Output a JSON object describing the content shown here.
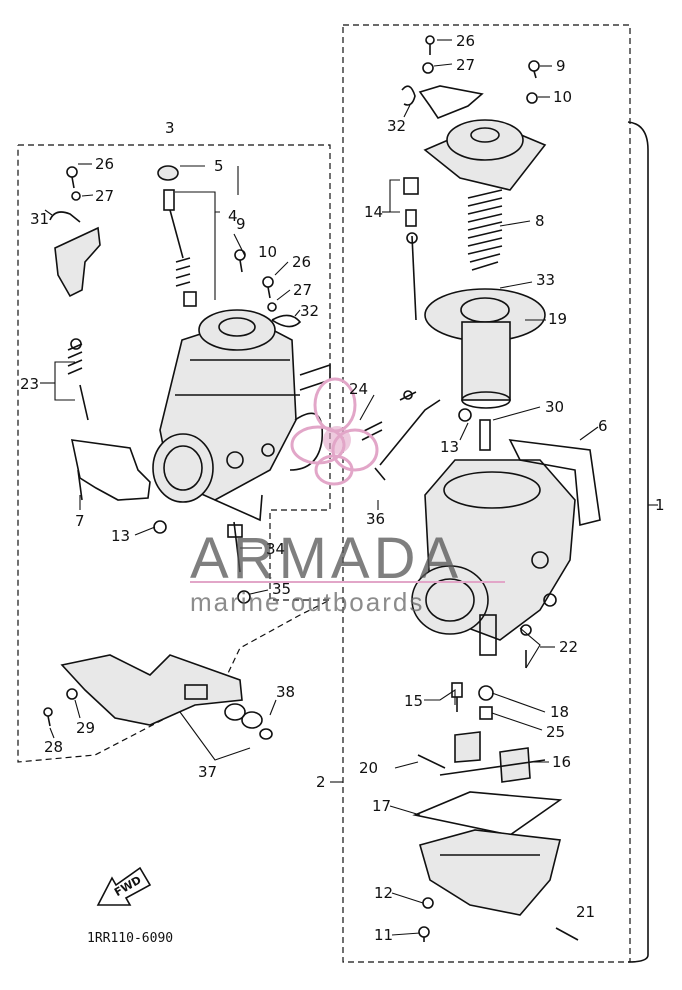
{
  "diagram": {
    "code": "1RR110-6090",
    "fwd_label": "FWD",
    "watermark": {
      "brand": "ARMADA",
      "tagline": "marine outboards",
      "accent": "#e2a6c8"
    },
    "callouts": [
      {
        "id": "c1",
        "label": "1"
      },
      {
        "id": "c2",
        "label": "2"
      },
      {
        "id": "c3",
        "label": "3"
      },
      {
        "id": "c4",
        "label": "4"
      },
      {
        "id": "c5",
        "label": "5"
      },
      {
        "id": "c6",
        "label": "6"
      },
      {
        "id": "c7",
        "label": "7"
      },
      {
        "id": "c8",
        "label": "8"
      },
      {
        "id": "c9a",
        "label": "9"
      },
      {
        "id": "c9b",
        "label": "9"
      },
      {
        "id": "c10a",
        "label": "10"
      },
      {
        "id": "c10b",
        "label": "10"
      },
      {
        "id": "c11",
        "label": "11"
      },
      {
        "id": "c12",
        "label": "12"
      },
      {
        "id": "c13a",
        "label": "13"
      },
      {
        "id": "c13b",
        "label": "13"
      },
      {
        "id": "c14",
        "label": "14"
      },
      {
        "id": "c15",
        "label": "15"
      },
      {
        "id": "c16",
        "label": "16"
      },
      {
        "id": "c17",
        "label": "17"
      },
      {
        "id": "c18",
        "label": "18"
      },
      {
        "id": "c19",
        "label": "19"
      },
      {
        "id": "c20",
        "label": "20"
      },
      {
        "id": "c21",
        "label": "21"
      },
      {
        "id": "c22",
        "label": "22"
      },
      {
        "id": "c23",
        "label": "23"
      },
      {
        "id": "c24",
        "label": "24"
      },
      {
        "id": "c25",
        "label": "25"
      },
      {
        "id": "c26a",
        "label": "26"
      },
      {
        "id": "c26b",
        "label": "26"
      },
      {
        "id": "c26c",
        "label": "26"
      },
      {
        "id": "c27a",
        "label": "27"
      },
      {
        "id": "c27b",
        "label": "27"
      },
      {
        "id": "c27c",
        "label": "27"
      },
      {
        "id": "c28",
        "label": "28"
      },
      {
        "id": "c29",
        "label": "29"
      },
      {
        "id": "c30",
        "label": "30"
      },
      {
        "id": "c31",
        "label": "31"
      },
      {
        "id": "c32a",
        "label": "32"
      },
      {
        "id": "c32b",
        "label": "32"
      },
      {
        "id": "c33",
        "label": "33"
      },
      {
        "id": "c34",
        "label": "34"
      },
      {
        "id": "c35",
        "label": "35"
      },
      {
        "id": "c36",
        "label": "36"
      },
      {
        "id": "c37",
        "label": "37"
      },
      {
        "id": "c38",
        "label": "38"
      }
    ]
  }
}
